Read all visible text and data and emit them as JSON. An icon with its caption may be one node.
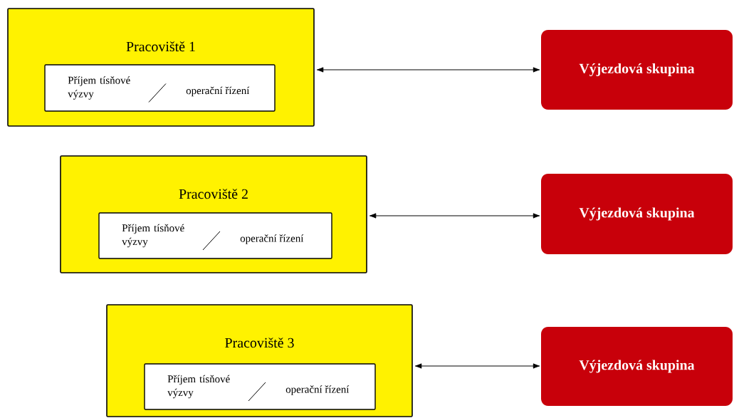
{
  "diagram": {
    "nodes": [
      {
        "text": [
          "Pracoviště 1"
        ]
      },
      {
        "text": [
          "Příjem tísňové výzvy",
          "operační řízení"
        ],
        "in": 0
      },
      {
        "text": [
          "Výjezdová skupina"
        ]
      },
      {
        "text": [
          "Pracoviště 2"
        ]
      },
      {
        "text": [
          "Příjem tísňové výzvy",
          "operační řízení"
        ],
        "in": 3
      },
      {
        "text": [
          "Výjezdová skupina"
        ]
      },
      {
        "text": [
          "Pracoviště 3"
        ]
      },
      {
        "text": [
          "Příjem tísňové výzvy",
          "operační řízení"
        ],
        "in": 6
      },
      {
        "text": [
          "Výjezdová skupina"
        ]
      }
    ],
    "edges": [
      {
        "from": 0,
        "to": 2,
        "arrow": "both"
      },
      {
        "from": 3,
        "to": 5,
        "arrow": "both"
      },
      {
        "from": 6,
        "to": 8,
        "arrow": "both"
      }
    ]
  }
}
